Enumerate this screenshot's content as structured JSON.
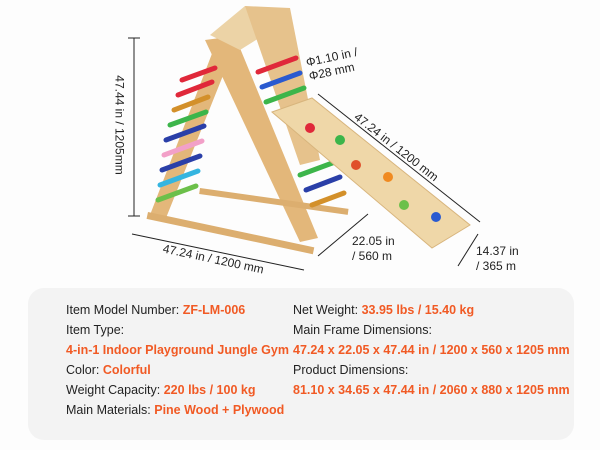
{
  "dimensions": {
    "height": "47.44 in / 1205mm",
    "bar_diameter_line1": "Φ1.10 in /",
    "bar_diameter_line2": "Φ28 mm",
    "slide_length": "47.24 in / 1200 mm",
    "base_width": "47.24 in / 1200 mm",
    "depth_line1": "22.05 in",
    "depth_line2": "/ 560 m",
    "slide_width_line1": "14.37 in",
    "slide_width_line2": "/ 365 m"
  },
  "specs": {
    "model_label": "Item Model Number: ",
    "model_value": "ZF-LM-006",
    "type_label": "Item Type:",
    "type_value": "4-in-1 Indoor Playground Jungle Gym",
    "color_label": "Color: ",
    "color_value": "Colorful",
    "capacity_label": "Weight Capacity: ",
    "capacity_value": "220 lbs / 100 kg",
    "materials_label": "Main Materials: ",
    "materials_value": "Pine Wood + Plywood",
    "weight_label": "Net Weight: ",
    "weight_value": "33.95 lbs / 15.40 kg",
    "frame_label": "Main Frame Dimensions:",
    "frame_value": "47.24 x 22.05 x 47.44 in / 1200 x 560 x 1205 mm",
    "product_label": "Product Dimensions:",
    "product_value": "81.10 x 34.65 x 47.44 in / 2060 x 880 x 1205 mm"
  },
  "colors": {
    "accent": "#f15a24",
    "wood": "#e8c48a"
  }
}
